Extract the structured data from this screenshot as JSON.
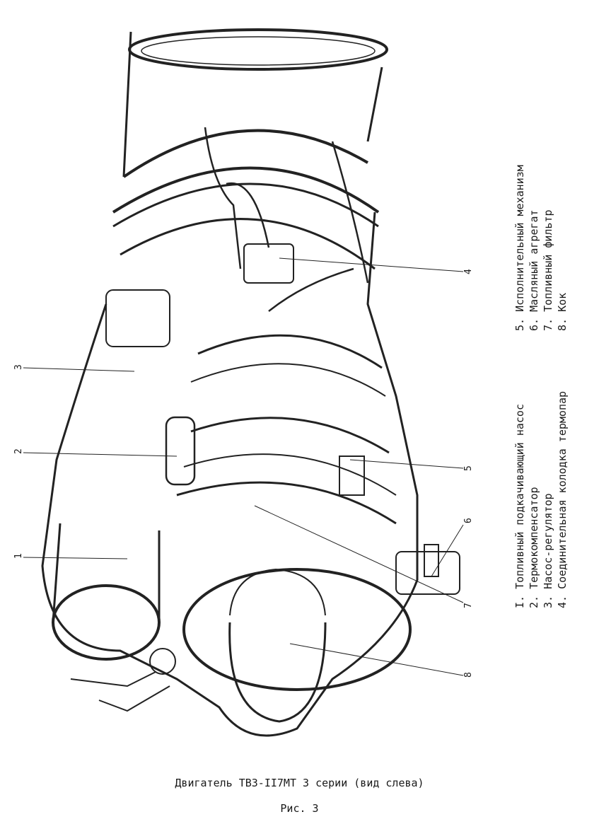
{
  "callouts": [
    "1",
    "2",
    "3",
    "4",
    "5",
    "6",
    "7",
    "8"
  ],
  "legend": {
    "left": [
      "I. Топливный подкачивающий насос",
      "2. Термокомпенсатор",
      "3. Насос-регулятор",
      "4. Соединительная колодка термопар"
    ],
    "right": [
      "5. Исполнительный механизм",
      "6. Масляный агрегат",
      "7. Топливный фильтр",
      "8. Кок"
    ]
  },
  "caption": {
    "title": "Двигатель ТВЗ-II7МТ 3 серии (вид слева)",
    "figure": "Рис. 3"
  }
}
